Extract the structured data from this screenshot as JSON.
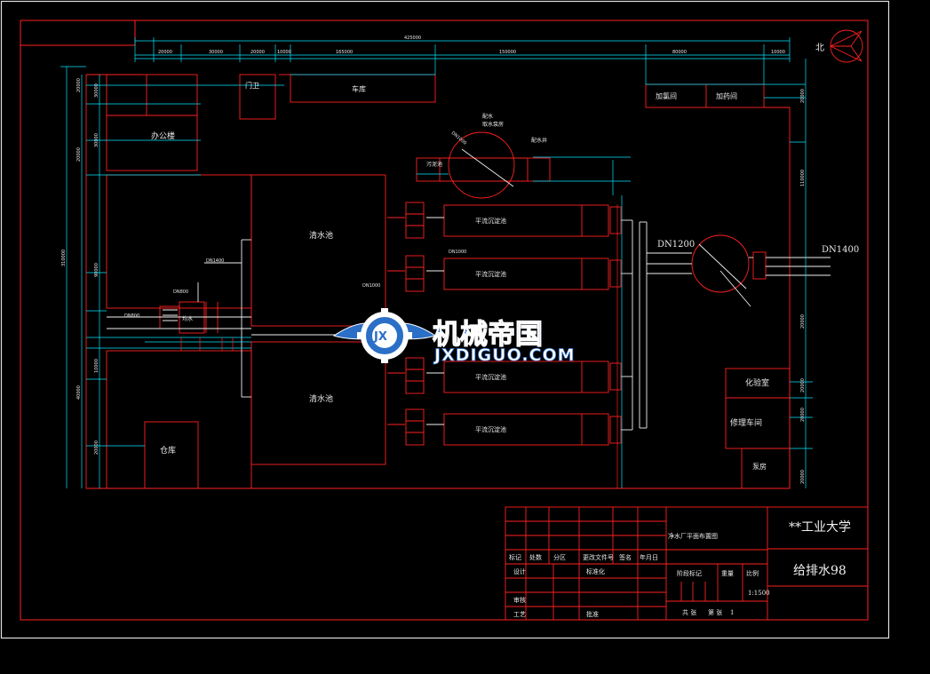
{
  "drawing": {
    "buildings": {
      "office": "办公楼",
      "gate": "门卫",
      "garage": "车库",
      "dosing_room": "加氯间",
      "dosing_room2": "加药间",
      "storage": "仓库",
      "lab": "化验室",
      "workshop": "修理车间",
      "pump_room": "泵房",
      "reservoir_top": "清水池",
      "reservoir_bottom": "清水池",
      "sed_tank_1": "平流沉淀池",
      "sed_tank_2": "平流沉淀池",
      "sed_tank_3": "平流沉淀池",
      "sed_tank_4": "平流沉淀池",
      "distribution_well": "配水井",
      "pump_house_label": "取水泵房",
      "sludge": "污泥池",
      "dist_top": "配水",
      "dist_small": "均水"
    },
    "pipes": {
      "inlet_left": "DN1200",
      "inlet_right": "DN1400",
      "pipe_a": "DN1400",
      "pipe_b": "DN1000",
      "pipe_c": "DN1000",
      "pipe_d": "DN800",
      "pipe_e": "DN800",
      "pipe_f": "DN1000"
    },
    "dimensions": {
      "top_total": "425000",
      "top_1": "20000",
      "top_2": "30000",
      "top_3": "20000",
      "top_4": "10000",
      "top_5": "165000",
      "top_6": "150000",
      "top_7": "80000",
      "top_8": "10000",
      "left_total": "310000",
      "left_1": "20000",
      "left_2": "30000",
      "left_3": "30000",
      "left_4": "90000",
      "left_5": "20000",
      "left_6": "40000",
      "left_7": "10000",
      "left_8": "20000",
      "right_1": "20000",
      "right_2": "110000",
      "right_3": "20000",
      "right_4": "20000",
      "right_5": "20000",
      "right_6": "20000"
    },
    "north": "北"
  },
  "title_block": {
    "drawing_name": "净水厂平面布置图",
    "school": "**工业大学",
    "class": "给排水98",
    "scale": "1:1500",
    "rows": {
      "mark": "标记",
      "count": "处数",
      "zone": "分区",
      "doc_no": "更改文件号",
      "sign": "签名",
      "date": "年月日",
      "design": "设计",
      "standard": "标准化",
      "check": "审核",
      "process": "工艺",
      "approve": "批准",
      "stage_mark": "阶段标记",
      "weight": "重量",
      "ratio": "比例",
      "total": "共 张",
      "sheet": "第 张",
      "one": "1"
    }
  },
  "watermark": {
    "cn": "机械帝国",
    "en": "JXDIGUO.COM",
    "badge": "JX"
  },
  "colors": {
    "background": "#000000",
    "frame": "#ff2020",
    "dimension": "#00e5ff",
    "text": "#e8e8e8",
    "watermark": "#2b6fc6"
  }
}
